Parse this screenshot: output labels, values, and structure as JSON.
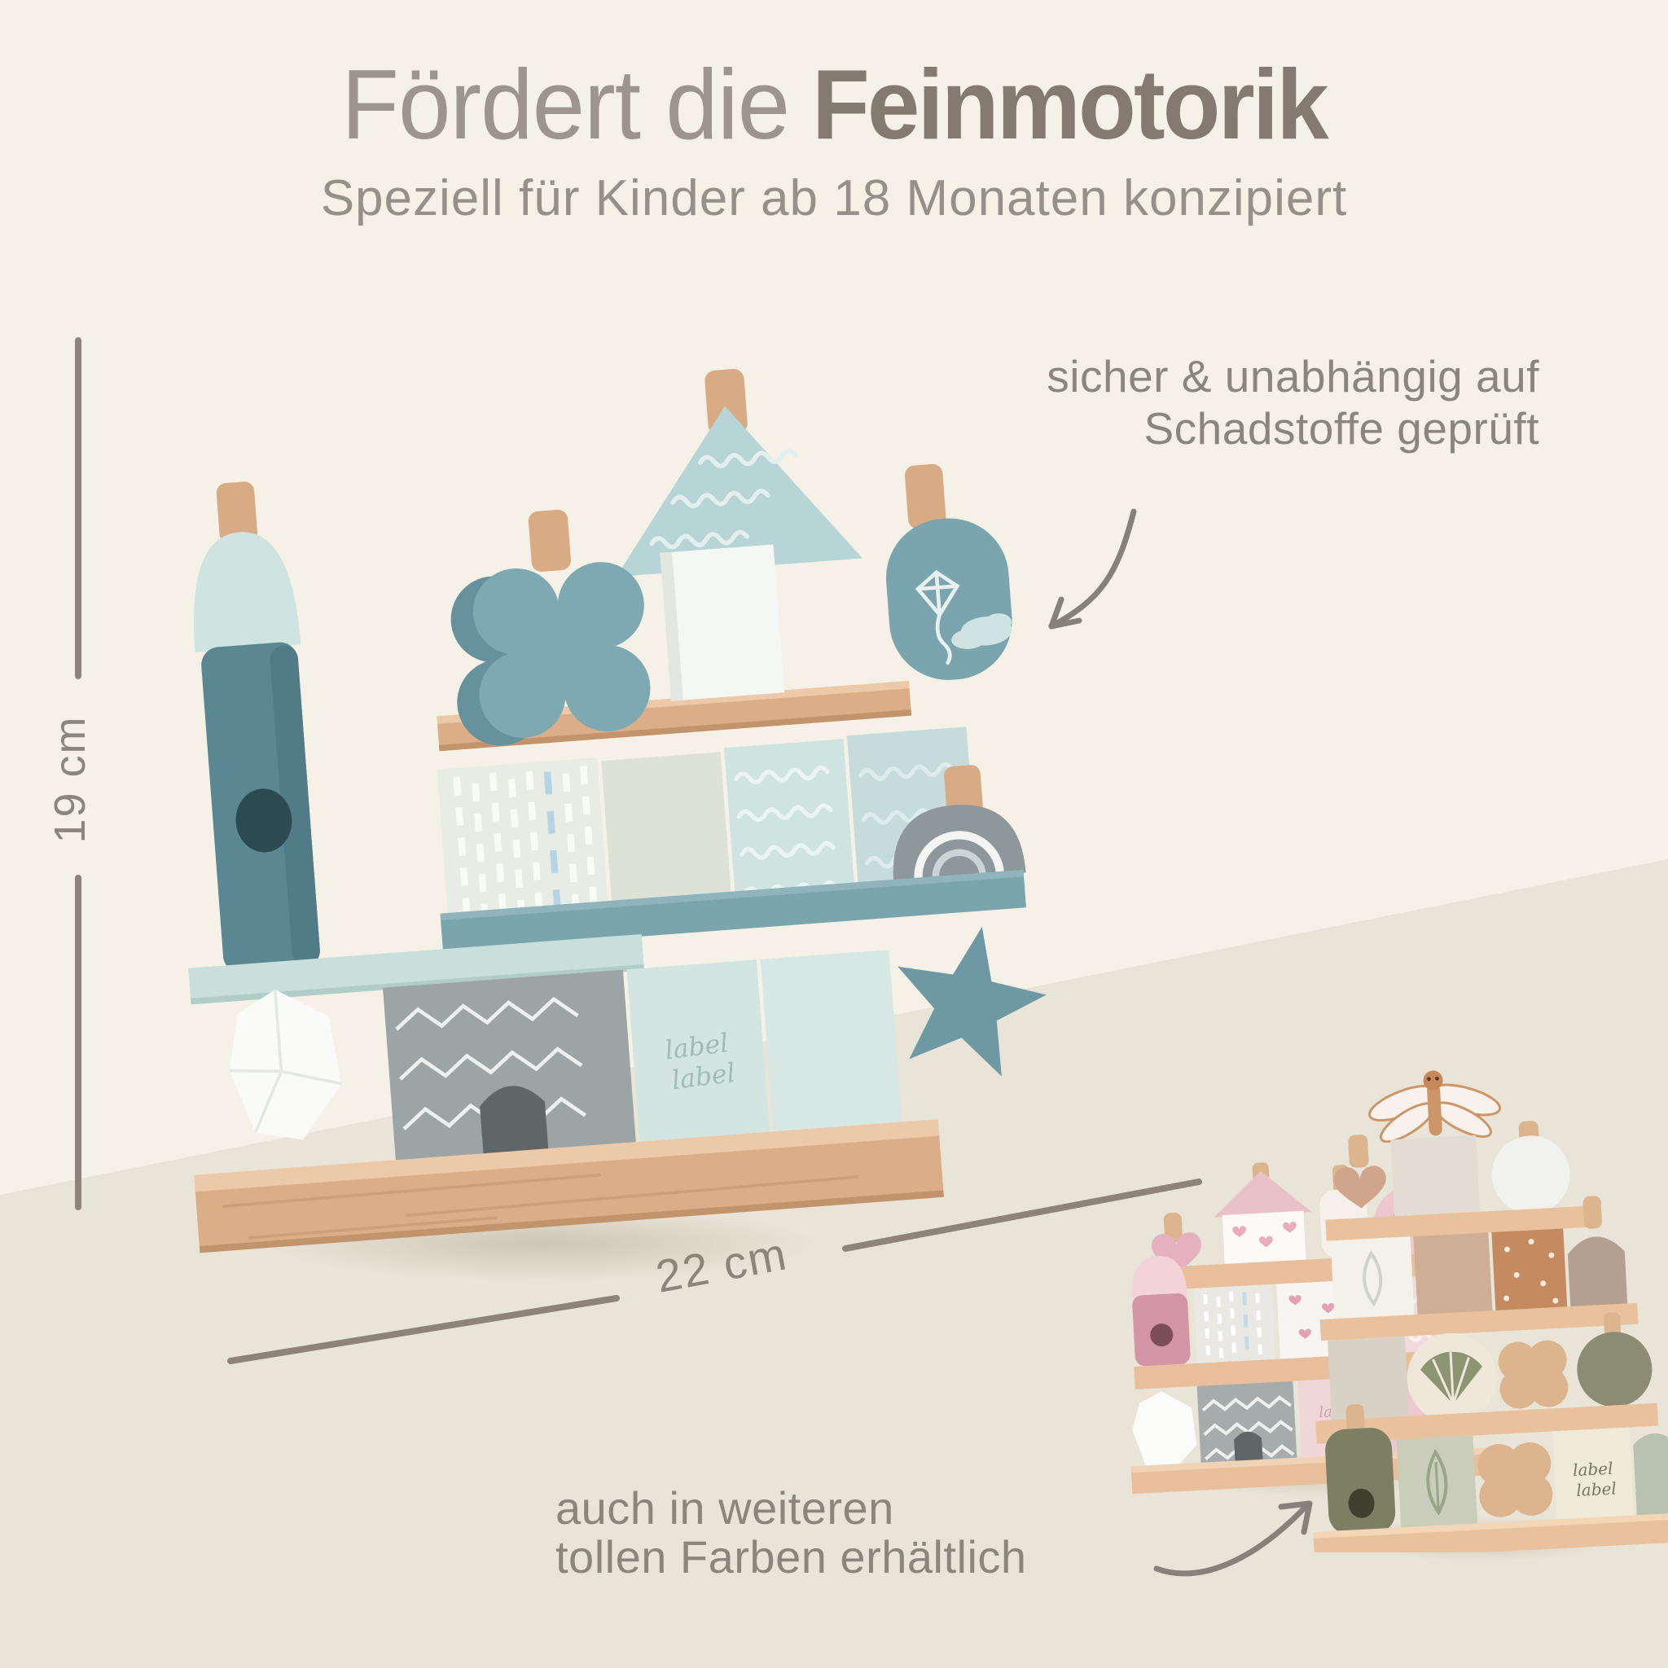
{
  "page": {
    "background_top": "#f6f1e7",
    "background_bottom": "#e9e4d8",
    "text_color": "#8b857b",
    "annotation_line_color": "#87817a"
  },
  "heading": {
    "regular": "Fördert die",
    "bold": "Feinmotorik"
  },
  "subheading": "Speziell für Kinder ab 18 Monaten konzipiert",
  "safety_note": {
    "line1": "sicher & unabhängig auf",
    "line2": "Schadstoffe geprüft"
  },
  "dimensions": {
    "height": "19 cm",
    "width": "22 cm"
  },
  "variants_note": {
    "line1": "auch in weiteren",
    "line2": "tollen Farben erhältlich"
  },
  "product": {
    "brand_line1": "label",
    "brand_line2": "label",
    "main_colors": {
      "wood": "#dcae88",
      "teal_shelf": "#7aa5ad",
      "dark_teal_tower": "#5b8793",
      "mint": "#cfe4e0",
      "roof_blue": "#b7d4d7",
      "grey_block": "#9da4a5",
      "white_block": "#f6f8f4"
    },
    "variant_pink_colors": {
      "pink": "#ecc9cf",
      "rose": "#d495a6",
      "cream": "#f5f0e9"
    },
    "variant_green_colors": {
      "olive": "#7d7f63",
      "sage": "#c9cdba",
      "rust": "#c58a60",
      "tan": "#cfae96"
    }
  }
}
